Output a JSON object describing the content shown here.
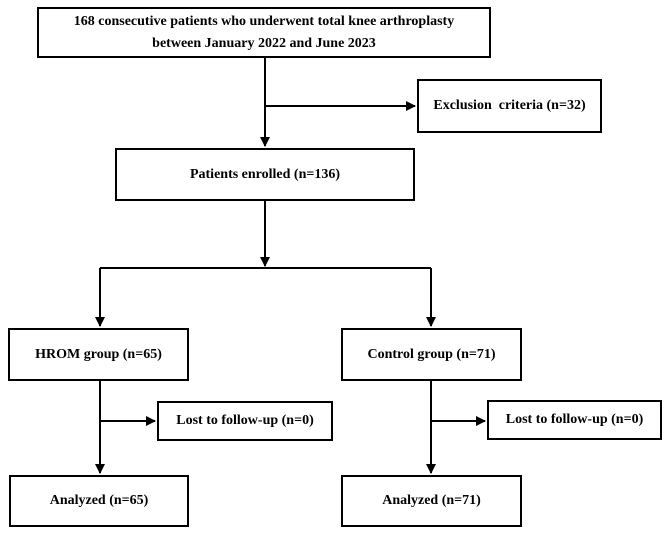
{
  "flowchart": {
    "start": {
      "line1": "168 consecutive patients who underwent total knee arthroplasty",
      "line2": "between January 2022 and June 2023"
    },
    "exclusion": "Exclusion  criteria (n=32)",
    "enrolled": "Patients enrolled (n=136)",
    "hrom": "HROM group (n=65)",
    "control": "Control group (n=71)",
    "lost_left": "Lost to follow-up (n=0)",
    "lost_right": "Lost to follow-up (n=0)",
    "analyzed_left": "Analyzed (n=65)",
    "analyzed_right": "Analyzed (n=71)"
  }
}
